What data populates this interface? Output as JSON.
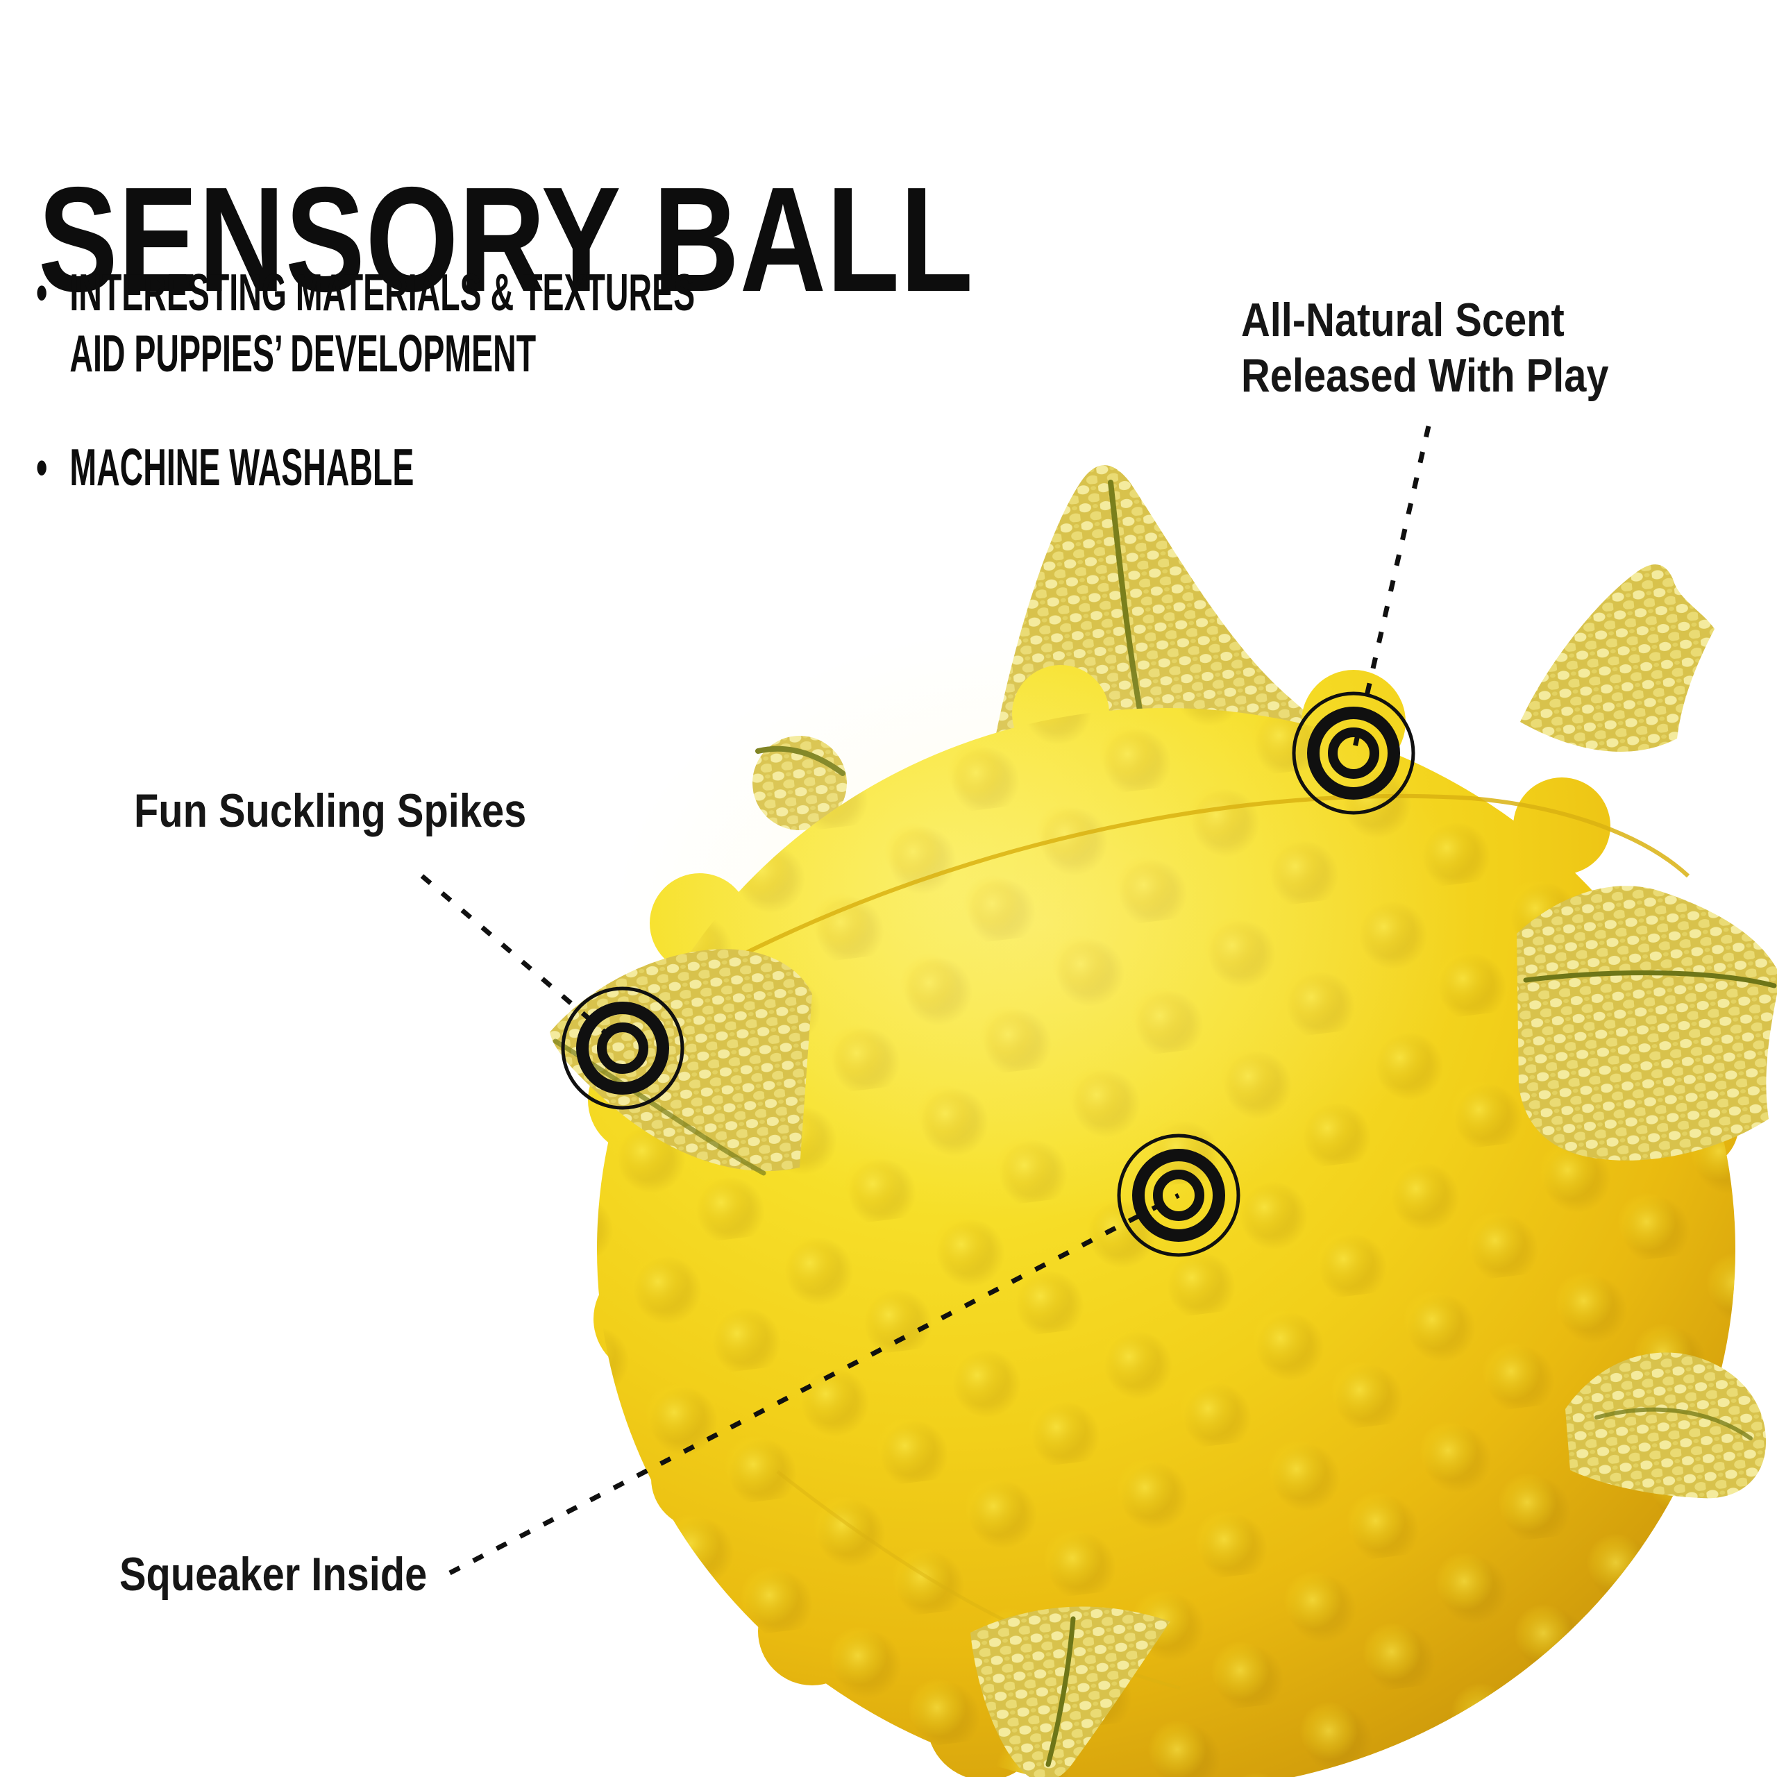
{
  "title": "SENSORY BALL",
  "bullets": [
    {
      "lines": [
        "INTERESTING MATERIALS & TEXTURES",
        "AID PUPPIES’ DEVELOPMENT"
      ]
    },
    {
      "lines": [
        "MACHINE WASHABLE"
      ]
    }
  ],
  "callouts": {
    "scent": {
      "lines": [
        "All-Natural Scent",
        "Released With Play"
      ]
    },
    "spikes": {
      "lines": [
        "Fun Suckling Spikes"
      ]
    },
    "squeaker": {
      "lines": [
        "Squeaker Inside"
      ]
    }
  },
  "colors": {
    "background": "#FFFFFF",
    "ball_yellow": "#F2D01A",
    "ball_highlight": "#FAEC4F",
    "ball_shadow": "#C18F0A",
    "knit_fabric_light": "#F4EB9E",
    "knit_fabric_base": "#D8C24C",
    "seam_olive": "#7A7F1C",
    "marker_black": "#101010",
    "text_black": "#0D0D0D"
  }
}
